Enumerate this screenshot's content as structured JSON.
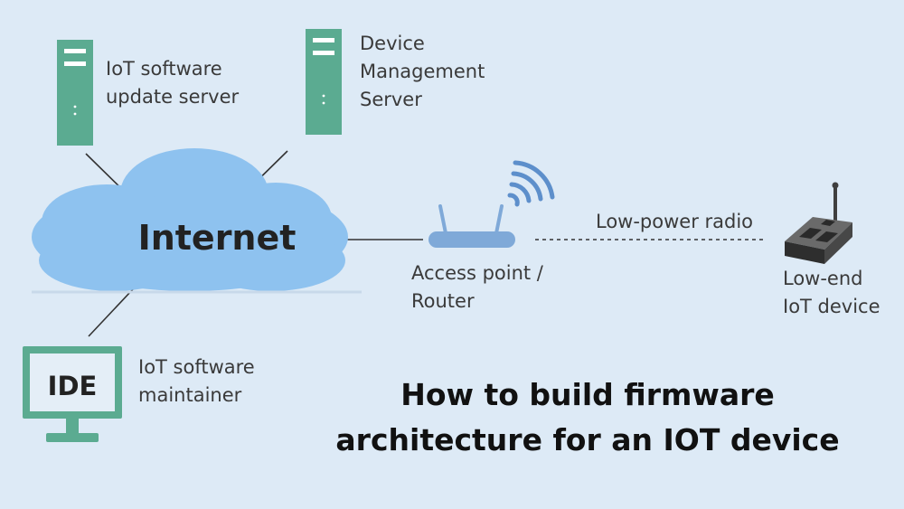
{
  "nodes": {
    "update_server": {
      "label": "IoT software\nupdate server"
    },
    "device_mgmt_server": {
      "label": "Device\nManagement\nServer"
    },
    "internet": {
      "label": "Internet"
    },
    "access_point": {
      "label": "Access point /\nRouter"
    },
    "radio_link": {
      "label": "Low-power radio"
    },
    "iot_device": {
      "label": "Low-end\nIoT device"
    },
    "monitor": {
      "screen_text": "IDE"
    },
    "maintainer": {
      "label": "IoT software\nmaintainer"
    }
  },
  "title": "How to build firmware\narchitecture for an IOT device",
  "colors": {
    "background": "#ddeaf6",
    "server": "#5bab91",
    "cloud": "#8ec2ef",
    "router": "#7fa9d8",
    "wifi": "#5d8fcb",
    "device": "#3f3f3f",
    "line": "#333333"
  }
}
